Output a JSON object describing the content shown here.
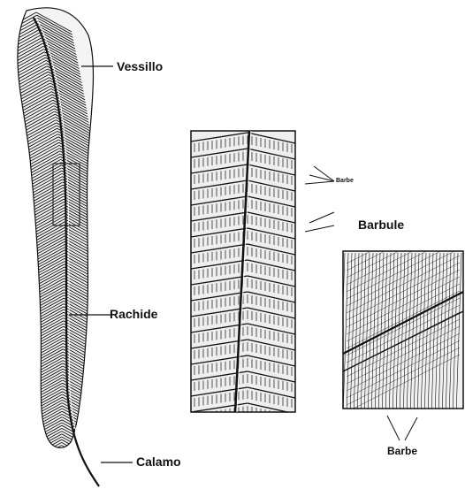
{
  "labels": {
    "vessillo": "Vessillo",
    "rachide": "Rachide",
    "calamo": "Calamo",
    "barbe_small": "Barbe",
    "barbule": "Barbule",
    "barbe": "Barbe"
  },
  "colors": {
    "ink": "#111111",
    "paper": "#ffffff"
  }
}
